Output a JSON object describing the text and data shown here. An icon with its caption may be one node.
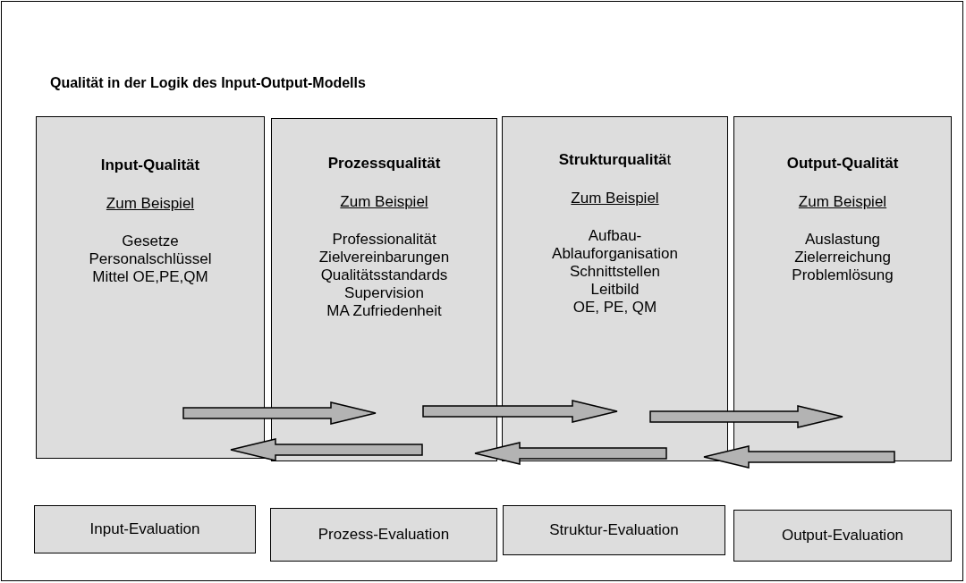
{
  "diagram": {
    "title": "Qualität in der Logik des Input-Output-Modells",
    "nodes": [
      {
        "text": [
          "Input-Qualität",
          "Zum Beispiel",
          "Gesetze",
          "Personalschlüssel",
          "Mittel OE,PE,QM"
        ]
      },
      {
        "text": [
          "Prozessqualität",
          "Zum Beispiel",
          "Professionalität",
          "Zielvereinbarungen",
          "Qualitätsstandards",
          "Supervision",
          "MA Zufriedenheit"
        ]
      },
      {
        "text": [
          "**Strukturqualitä**t",
          "Zum Beispiel",
          "Aufbau-",
          "Ablauforganisation",
          "Schnittstellen",
          "Leitbild",
          "OE, PE, QM"
        ]
      },
      {
        "text": [
          "Output-Qualität",
          "Zum Beispiel",
          "Auslastung",
          "Zielerreichung",
          "Problemlösung"
        ]
      },
      {
        "text": [
          "Input-Evaluation"
        ]
      },
      {
        "text": [
          "Prozess-Evaluation"
        ]
      },
      {
        "text": [
          "Struktur-Evaluation"
        ]
      },
      {
        "text": [
          "Output-Evaluation"
        ]
      }
    ],
    "edges": [
      {
        "from": 0,
        "to": 1,
        "arrow": "to"
      },
      {
        "from": 1,
        "to": 2,
        "arrow": "to"
      },
      {
        "from": 2,
        "to": 3,
        "arrow": "to"
      },
      {
        "from": 1,
        "to": 0,
        "arrow": "to"
      },
      {
        "from": 2,
        "to": 1,
        "arrow": "to"
      },
      {
        "from": 3,
        "to": 2,
        "arrow": "to"
      }
    ]
  }
}
